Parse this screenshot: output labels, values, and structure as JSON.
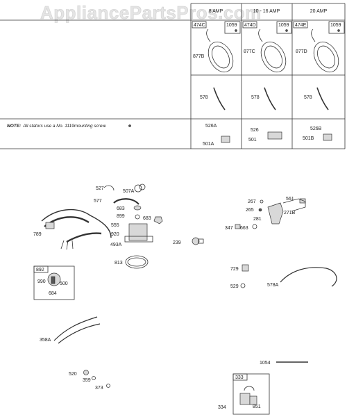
{
  "watermark": "AppliancePartsPros.com",
  "columns": [
    {
      "header": "8 AMP",
      "kit": "474C",
      "kit_detail": "1059",
      "stator": "877B",
      "lead": "578",
      "rect": "526A",
      "reg": "501A"
    },
    {
      "header": "10 - 16 AMP",
      "kit": "474D",
      "kit_detail": "1059",
      "stator": "877C",
      "lead": "578",
      "rect": "526",
      "reg": "501"
    },
    {
      "header": "20 AMP",
      "kit": "474E",
      "kit_detail": "1059",
      "stator": "877D",
      "lead": "578",
      "rect": "526B",
      "reg": "501B"
    }
  ],
  "note": {
    "prefix": "NOTE:",
    "text": "All stators use a No. 1119mounting screw."
  },
  "labels": {
    "p527": "527",
    "p507A": "507A",
    "p577": "577",
    "p683a": "683",
    "p899": "899",
    "p683b": "683",
    "p555": "555",
    "p920": "920",
    "p789": "789",
    "p493A": "493A",
    "p239": "239",
    "p813": "813",
    "p267": "267",
    "p561": "561",
    "p265": "265",
    "p281": "281",
    "p271B": "271B",
    "p347": "347",
    "p663": "663",
    "p729": "729",
    "p529": "529",
    "p578A": "578A",
    "p892": "892",
    "p990": "990",
    "p500": "500",
    "p684": "684",
    "p358A": "358A",
    "p520": "520",
    "p359": "359",
    "p373": "373",
    "p1054": "1054",
    "p333": "333",
    "p334": "334",
    "p851": "851"
  }
}
